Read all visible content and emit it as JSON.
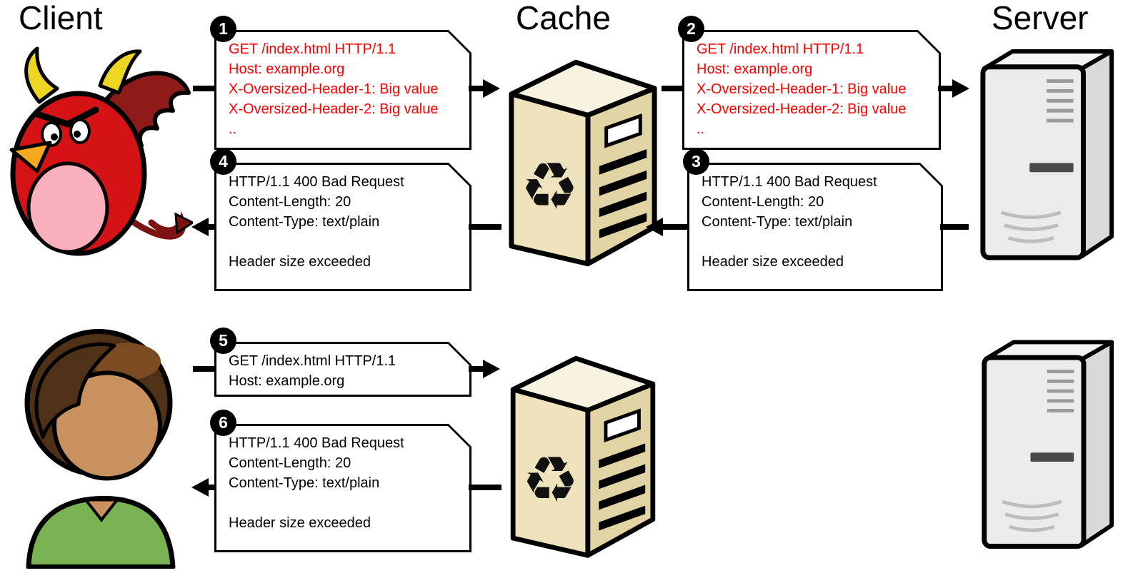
{
  "lanes": {
    "client": "Client",
    "cache": "Cache",
    "server": "Server"
  },
  "colors": {
    "request": "#ff0000",
    "response": "#000000"
  },
  "icons": {
    "recycle_glyph": "♻"
  },
  "messages": {
    "m1": {
      "badge": "1",
      "lines": [
        "GET /index.html HTTP/1.1",
        "Host: example.org",
        "X-Oversized-Header-1: Big value",
        "X-Oversized-Header-2: Big value",
        ".."
      ]
    },
    "m2": {
      "badge": "2",
      "lines": [
        "GET /index.html HTTP/1.1",
        "Host: example.org",
        "X-Oversized-Header-1: Big value",
        "X-Oversized-Header-2: Big value",
        ".."
      ]
    },
    "m3": {
      "badge": "3",
      "lines": [
        "HTTP/1.1 400 Bad Request",
        "Content-Length: 20",
        "Content-Type: text/plain",
        "",
        "Header size exceeded"
      ]
    },
    "m4": {
      "badge": "4",
      "lines": [
        "HTTP/1.1 400 Bad Request",
        "Content-Length: 20",
        "Content-Type: text/plain",
        "",
        "Header size exceeded"
      ]
    },
    "m5": {
      "badge": "5",
      "lines": [
        "GET /index.html HTTP/1.1",
        "Host: example.org"
      ]
    },
    "m6": {
      "badge": "6",
      "lines": [
        "HTTP/1.1 400 Bad Request",
        "Content-Length: 20",
        "Content-Type: text/plain",
        "",
        "Header size exceeded"
      ]
    }
  }
}
